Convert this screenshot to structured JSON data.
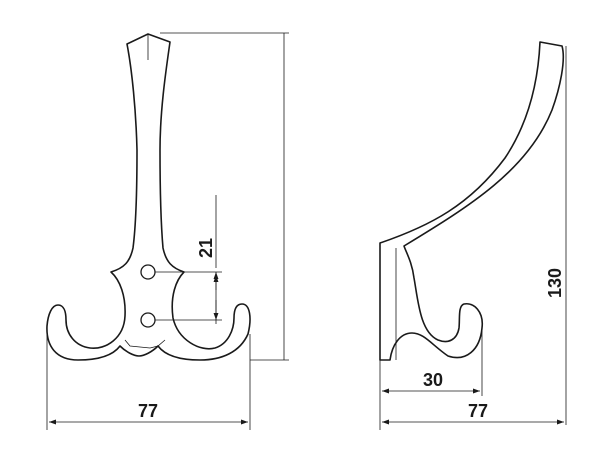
{
  "dimensions": {
    "front_width": "77",
    "hole_spacing": "21",
    "side_height": "130",
    "side_hook_depth": "30",
    "side_width": "77"
  },
  "colors": {
    "line": "#1a1a1a",
    "background": "#ffffff"
  }
}
